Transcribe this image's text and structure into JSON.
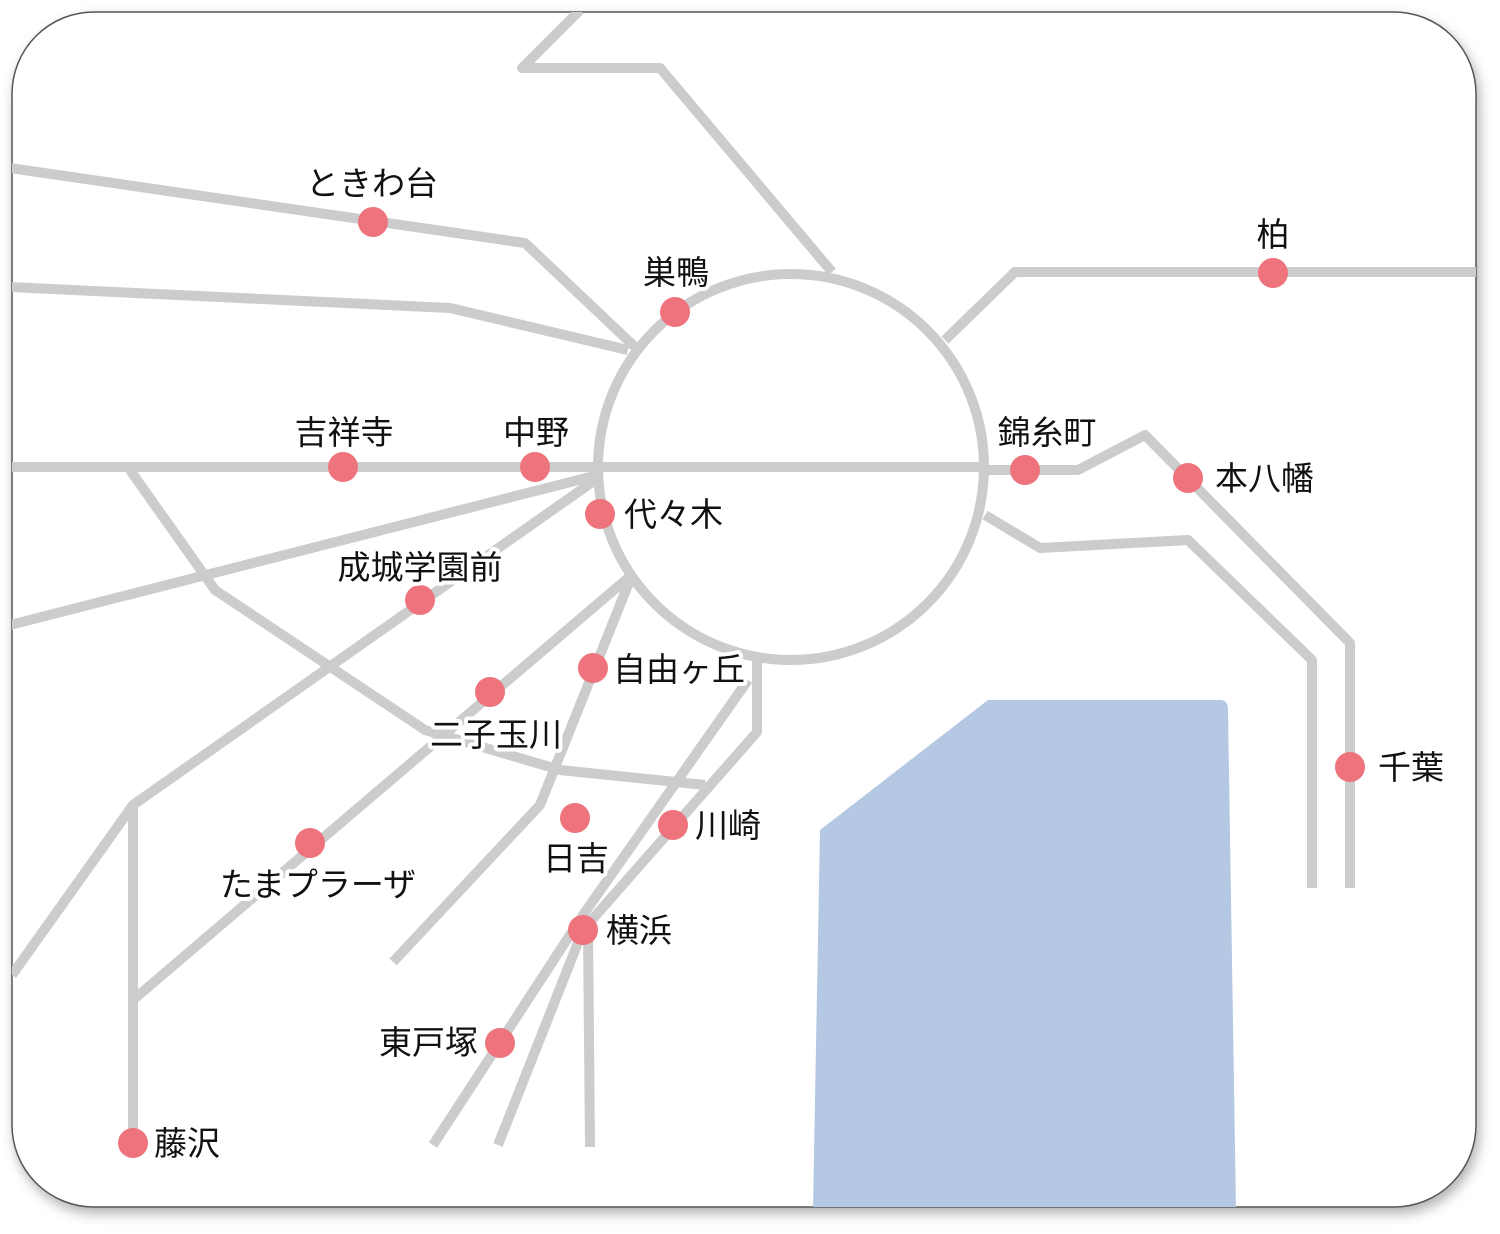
{
  "colors": {
    "line": "#cccccc",
    "station": "#ee737c",
    "water": "#b4c8e4",
    "frame": "#555555"
  },
  "stations": [
    {
      "name": "ときわ台"
    },
    {
      "name": "巣鴨"
    },
    {
      "name": "吉祥寺"
    },
    {
      "name": "中野"
    },
    {
      "name": "代々木"
    },
    {
      "name": "成城学園前"
    },
    {
      "name": "自由ヶ丘"
    },
    {
      "name": "二子玉川"
    },
    {
      "name": "たまプラーザ"
    },
    {
      "name": "日吉"
    },
    {
      "name": "川崎"
    },
    {
      "name": "横浜"
    },
    {
      "name": "東戸塚"
    },
    {
      "name": "藤沢"
    },
    {
      "name": "錦糸町"
    },
    {
      "name": "本八幡"
    },
    {
      "name": "柏"
    },
    {
      "name": "千葉"
    }
  ]
}
